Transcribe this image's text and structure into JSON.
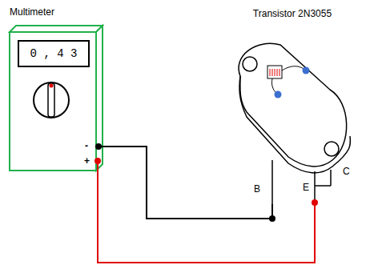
{
  "diagram": {
    "nodes": [
      {
        "text": [
          "Multimeter"
        ]
      },
      {
        "text": [
          "0 , 4 3"
        ],
        "in": 0
      },
      {
        "text": [
          "Transistor 2N3055"
        ]
      }
    ],
    "edges": [
      {
        "from": 0,
        "to": 2,
        "arrow": "none"
      },
      {
        "from": 0,
        "to": 2,
        "arrow": "none"
      }
    ],
    "labels": [
      "-",
      "+",
      "B",
      "E",
      "C"
    ]
  }
}
